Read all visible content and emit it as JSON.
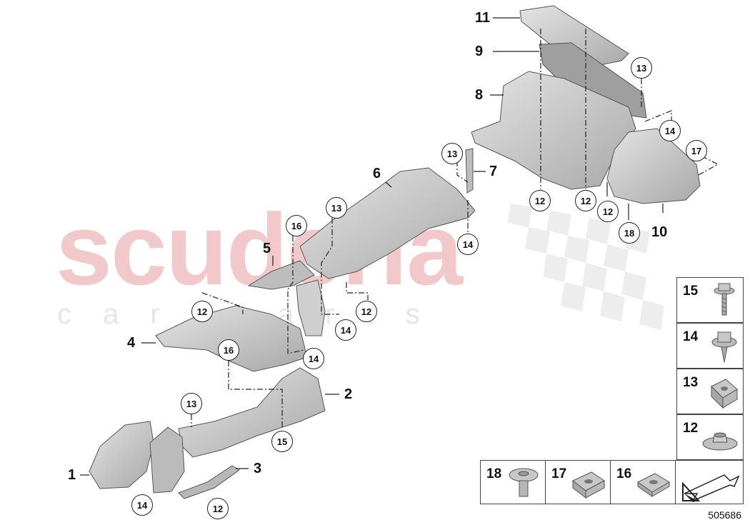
{
  "watermark": {
    "main": "scuderia",
    "sub": "car parts"
  },
  "callouts": [
    "1",
    "2",
    "3",
    "4",
    "5",
    "6",
    "7",
    "8",
    "9",
    "10",
    "11"
  ],
  "circled_refs": [
    "12",
    "13",
    "14",
    "15",
    "16",
    "17",
    "18"
  ],
  "legend": {
    "items": [
      {
        "number": "15",
        "icon": "bolt-with-washer-icon"
      },
      {
        "number": "14",
        "icon": "collar-screw-icon"
      },
      {
        "number": "13",
        "icon": "clip-nut-icon"
      },
      {
        "number": "12",
        "icon": "washer-nut-icon"
      },
      {
        "number": "18",
        "icon": "expanding-rivet-icon"
      },
      {
        "number": "17",
        "icon": "spring-nut-icon"
      },
      {
        "number": "16",
        "icon": "sheet-metal-nut-icon"
      }
    ],
    "arrow_icon": "direction-arrow-icon"
  },
  "document_number": "505686",
  "colors": {
    "part_fill": "#c9c9c9",
    "part_stroke": "#555555",
    "watermark": "#f2c9cb"
  }
}
